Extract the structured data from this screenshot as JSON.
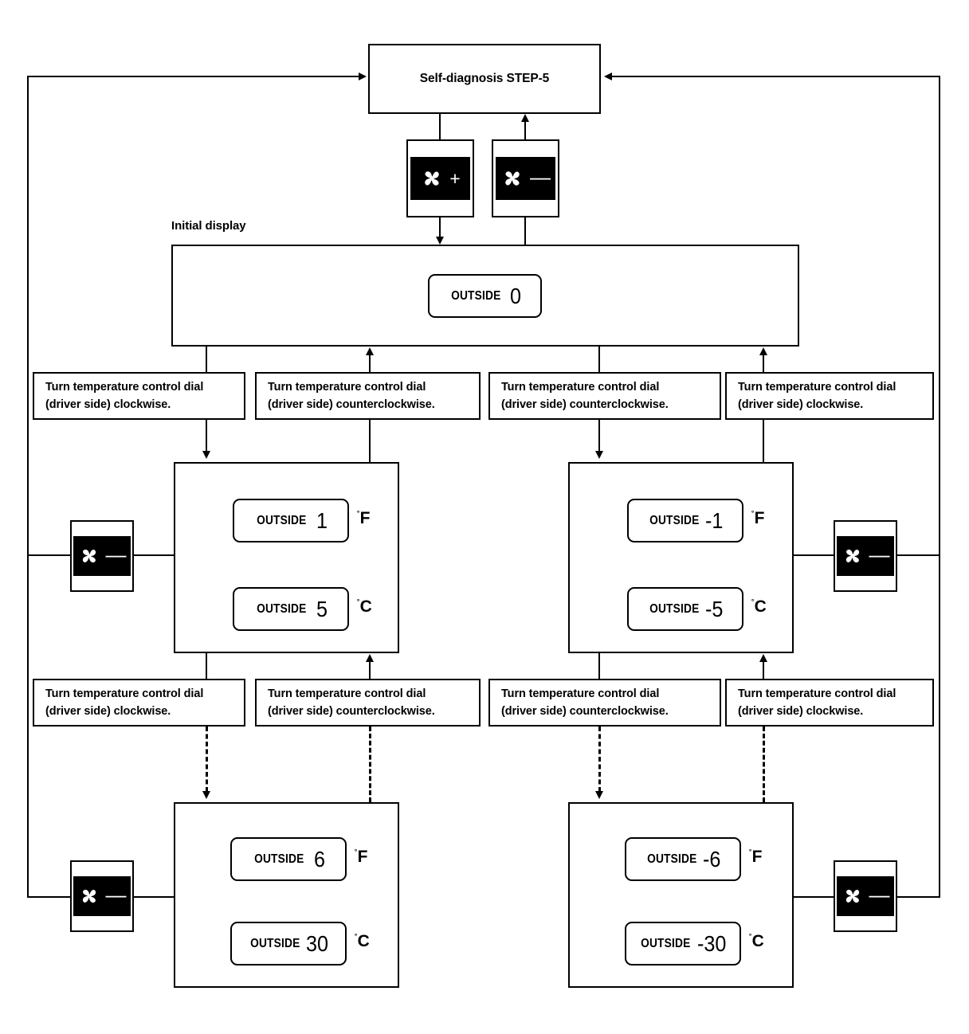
{
  "diagram": {
    "title": "Self-diagnosis STEP-5",
    "initial_display_caption": "Initial display"
  },
  "icons": {
    "fan_plus": "fan-plus-icon",
    "fan_minus": "fan-minus-icon",
    "plus_sign": "+",
    "minus_sign": "—"
  },
  "displays": {
    "initial": {
      "word": "OUTSIDE",
      "value": "0"
    },
    "mid_left_f": {
      "word": "OUTSIDE",
      "value": "1",
      "unit": "F"
    },
    "mid_left_c": {
      "word": "OUTSIDE",
      "value": "5",
      "unit": "C"
    },
    "mid_right_f": {
      "word": "OUTSIDE",
      "value": "-1",
      "unit": "F"
    },
    "mid_right_c": {
      "word": "OUTSIDE",
      "value": "-5",
      "unit": "C"
    },
    "bot_left_f": {
      "word": "OUTSIDE",
      "value": "6",
      "unit": "F"
    },
    "bot_left_c": {
      "word": "OUTSIDE",
      "value": "30",
      "unit": "C"
    },
    "bot_right_f": {
      "word": "OUTSIDE",
      "value": "-6",
      "unit": "F"
    },
    "bot_right_c": {
      "word": "OUTSIDE",
      "value": "-30",
      "unit": "C"
    }
  },
  "units": {
    "fahrenheit": "F",
    "celsius": "C",
    "degree": "˚"
  },
  "instructions": {
    "row1": [
      {
        "line1": "Turn temperature control dial",
        "line2": "(driver side) clockwise."
      },
      {
        "line1": "Turn temperature control dial",
        "line2": "(driver side) counterclockwise."
      },
      {
        "line1": "Turn temperature control dial",
        "line2": "(driver side) counterclockwise."
      },
      {
        "line1": "Turn temperature control dial",
        "line2": "(driver side) clockwise."
      }
    ],
    "row2": [
      {
        "line1": "Turn temperature control dial",
        "line2": "(driver side) clockwise."
      },
      {
        "line1": "Turn temperature control dial",
        "line2": "(driver side) counterclockwise."
      },
      {
        "line1": "Turn temperature control dial",
        "line2": "(driver side) counterclockwise."
      },
      {
        "line1": "Turn temperature control dial",
        "line2": "(driver side) clockwise."
      }
    ]
  },
  "colors": {
    "line": "#000000",
    "background": "#ffffff",
    "screen": "#000000",
    "screen_fg": "#ffffff"
  }
}
